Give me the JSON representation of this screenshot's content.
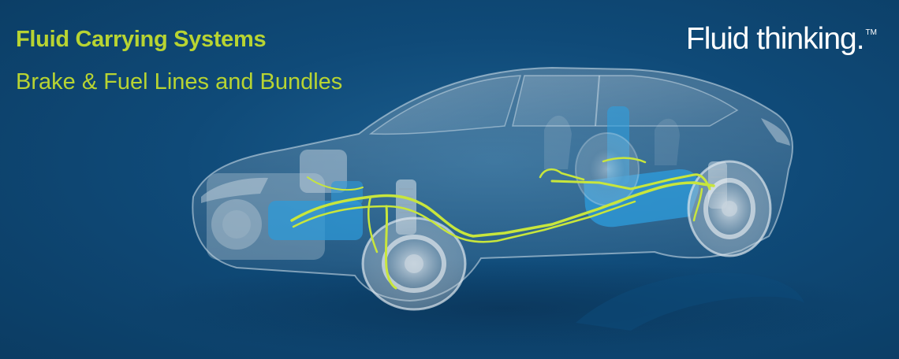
{
  "banner": {
    "title": "Fluid Carrying Systems",
    "subtitle": "Brake & Fuel Lines and Bundles",
    "brand_text": "Fluid thinking.",
    "brand_mark": "TM"
  },
  "colors": {
    "background": "#0f4a78",
    "accent_green": "#b8d432",
    "component_blue": "#2d9fe0",
    "text_white": "#ffffff"
  },
  "illustration": {
    "subject": "transparent-car-with-brake-and-fuel-lines"
  }
}
